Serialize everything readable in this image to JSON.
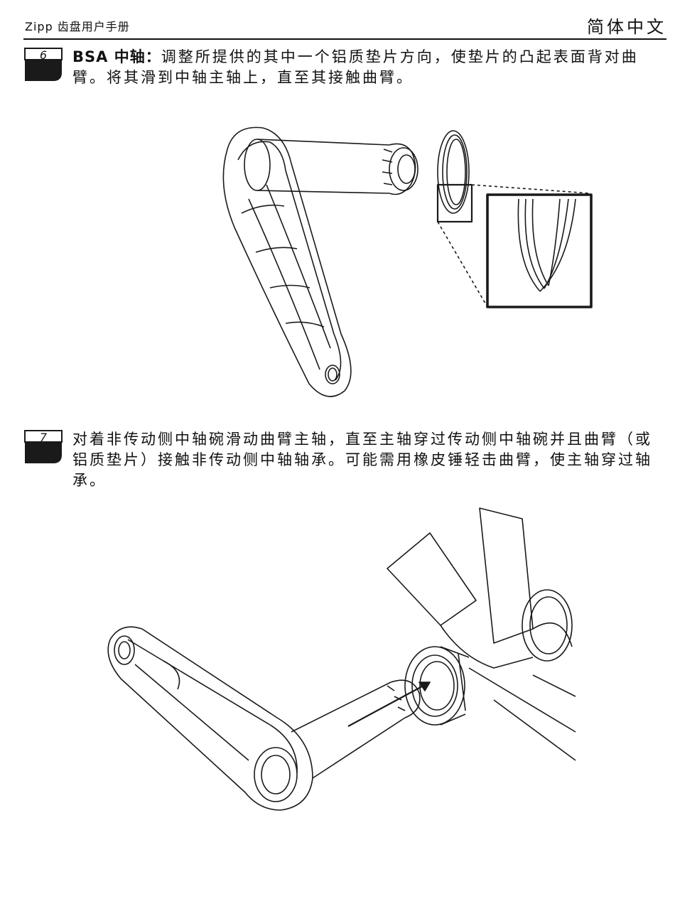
{
  "header": {
    "manual_title": "Zipp 齿盘用户手册",
    "language": "简体中文"
  },
  "steps": [
    {
      "number": "6",
      "title": "BSA 中轴：",
      "text": "调整所提供的其中一个铝质垫片方向，使垫片的凸起表面背对曲臂。将其滑到中轴主轴上，直至其接触曲臂。"
    },
    {
      "number": "7",
      "title": "",
      "text": "对着非传动侧中轴碗滑动曲臂主轴，直至主轴穿过传动侧中轴碗并且曲臂（或铝质垫片）接触非传动侧中轴轴承。可能需用橡皮锤轻击曲臂，使主轴穿过轴承。"
    }
  ]
}
